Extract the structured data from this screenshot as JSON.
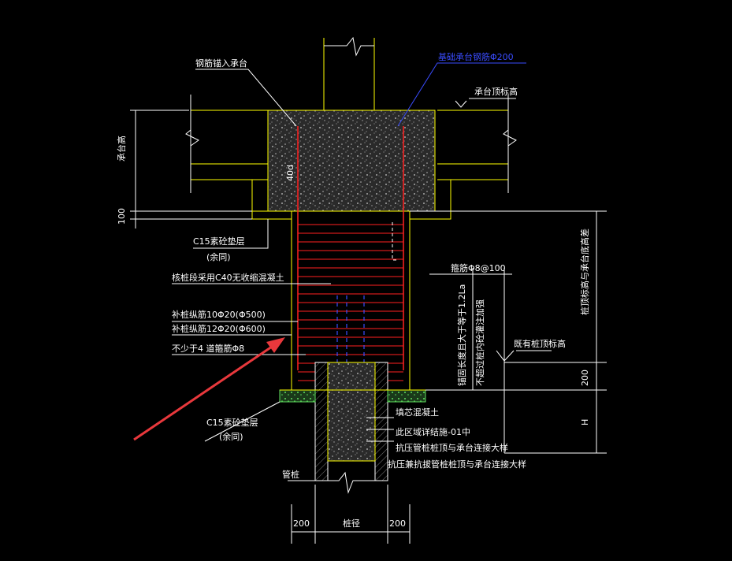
{
  "labels": {
    "rebar_anchor": "钢筋锚入承台",
    "cap_bottom_rebar": "基础承台钢筋Φ200",
    "cap_top_elev": "承台顶标高",
    "cap_height": "承台高",
    "dim_100": "100",
    "c15_cushion_top": "C15素砼垫层",
    "same_note_top": "(余同)",
    "core_concrete": "核桩段采用C40无收缩混凝土",
    "stirrup": "箍筋Φ8@100",
    "long_bar_500": "补桩纵筋10Φ20(Φ500)",
    "long_bar_600": "补桩纵筋12Φ20(Φ600)",
    "spiral_note": "不少于4 道箍筋Φ8",
    "anchor_len_a": "锚固长度且大于等于1.2La",
    "anchor_len_b": "不超过桩内砼灌注加强",
    "exist_pile_top": "既有桩顶标高",
    "pile_top_diff": "桩顶标高与承台底高差",
    "dim_200_right": "200",
    "dim_H": "H",
    "c15_cushion_bottom": "C15素砼垫层",
    "same_note_bottom": "(余同)",
    "infill_concrete": "填芯混凝土",
    "pile_note_1": "此区域详结施-01中",
    "pile_note_2": "抗压管桩桩顶与承台连接大样",
    "pile_note_3": "抗压兼抗拔管桩桩顶与承台连接大样",
    "pipe_pile": "管桩",
    "dim_200_left": "200",
    "pile_dia": "桩径",
    "dim_200_bottom_right": "200"
  },
  "colors": {
    "background": "#000000",
    "line": "#ffffff",
    "yellow": "#ffff00",
    "red": "#ff2020",
    "blue": "#3a4cff",
    "green": "#5fe05f",
    "arrow": "#e8383c"
  }
}
